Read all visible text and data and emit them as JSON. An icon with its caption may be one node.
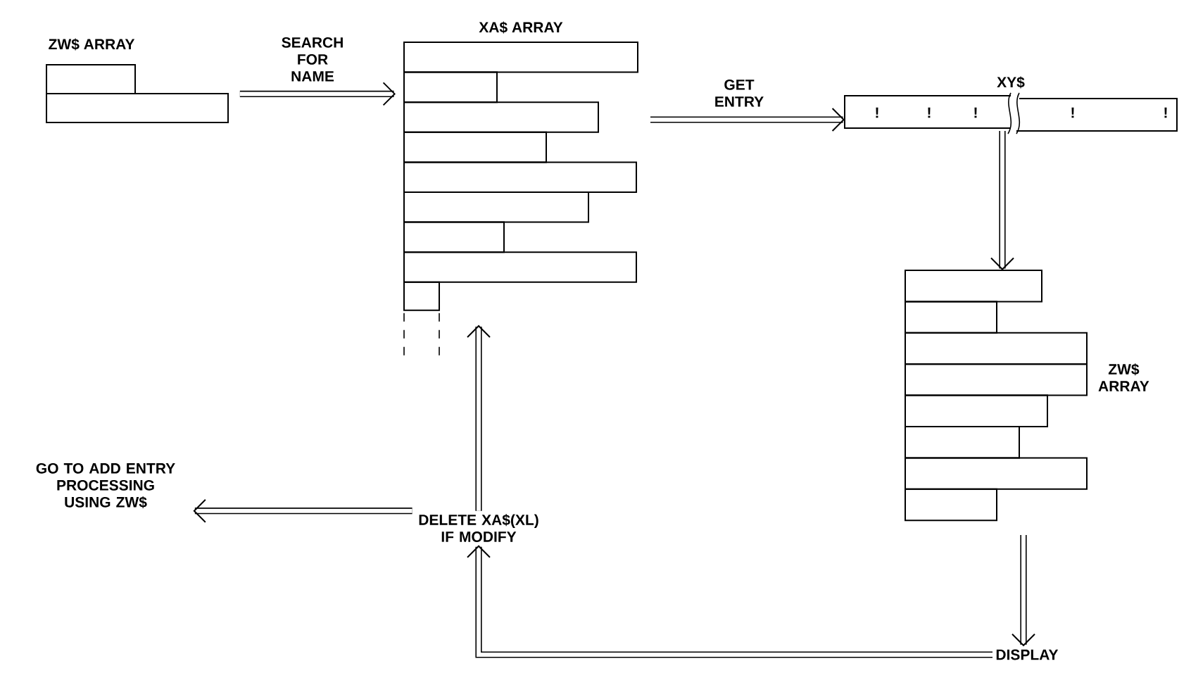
{
  "diagram": {
    "nodes": [
      {
        "text": [
          "ZW$ ARRAY"
        ]
      },
      {
        "text": [
          "XA$ ARRAY"
        ]
      },
      {
        "text": [
          "XY$"
        ]
      },
      {
        "text": [
          "ZW$ ARRAY"
        ]
      },
      {
        "text": [
          "DISPLAY"
        ]
      },
      {
        "text": [
          "DELETE XA$(XL) IF MODIFY"
        ]
      },
      {
        "text": [
          "GO TO ADD ENTRY PROCESSING USING ZW$"
        ]
      }
    ],
    "edges": [
      {
        "from": 0,
        "to": 1,
        "arrow": "to",
        "label": "SEARCH FOR NAME"
      },
      {
        "from": 1,
        "to": 2,
        "arrow": "to",
        "label": "GET ENTRY"
      },
      {
        "from": 2,
        "to": 3,
        "arrow": "to"
      },
      {
        "from": 3,
        "to": 4,
        "arrow": "to"
      },
      {
        "from": 4,
        "to": 5,
        "arrow": "to"
      },
      {
        "from": 5,
        "to": 1,
        "arrow": "to"
      },
      {
        "from": 5,
        "to": 6,
        "arrow": "to"
      }
    ],
    "labels": [
      "!",
      "!",
      "!",
      "!",
      "!"
    ]
  }
}
